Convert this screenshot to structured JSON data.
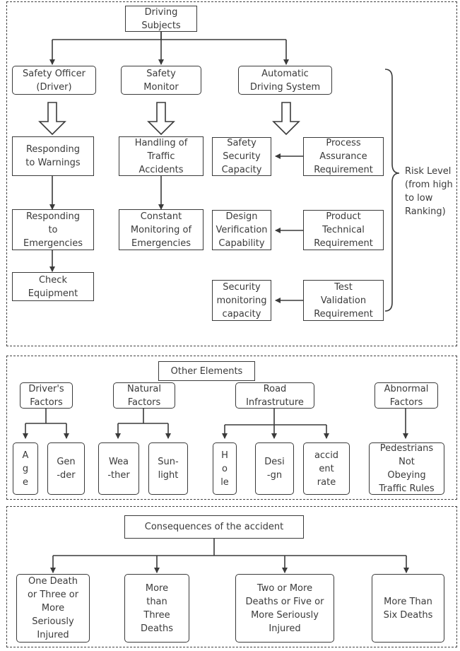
{
  "sections": {
    "driving_subjects": {
      "root": "Driving\nSubjects",
      "subjects": [
        {
          "label": "Safety Officer\n(Driver)",
          "tasks": [
            "Responding\nto Warnings",
            "Responding\nto\nEmergencies",
            "Check\nEquipment"
          ]
        },
        {
          "label": "Safety\nMonitor",
          "tasks": [
            "Handling of\nTraffic\nAccidents",
            "Constant\nMonitoring of\nEmergencies"
          ]
        },
        {
          "label": "Automatic\nDriving System",
          "pairs": [
            {
              "capability": "Safety\nSecurity\nCapacity",
              "requirement": "Process\nAssurance\nRequirement"
            },
            {
              "capability": "Design\nVerification\nCapability",
              "requirement": "Product\nTechnical\nRequirement"
            },
            {
              "capability": "Security\nmonitoring\ncapacity",
              "requirement": "Test\nValidation\nRequirement"
            }
          ]
        }
      ],
      "risk_level_label": "Risk Level\n(from high\nto low\nRanking)"
    },
    "other_elements": {
      "title": "Other Elements",
      "groups": [
        {
          "label": "Driver's\nFactors",
          "children": [
            "A\ng\ne",
            "Gen\n-der"
          ]
        },
        {
          "label": "Natural\nFactors",
          "children": [
            "Wea\n-ther",
            "Sun-\nlight"
          ]
        },
        {
          "label": "Road\nInfrastruture",
          "children": [
            "H\no\nle",
            "Desi\n-gn",
            "accid\nent\nrate"
          ]
        },
        {
          "label": "Abnormal\nFactors",
          "children": [
            "Pedestrians\nNot\nObeying\nTraffic Rules"
          ]
        }
      ]
    },
    "consequences": {
      "title": "Consequences of the accident",
      "items": [
        "One Death\nor Three or\nMore\nSeriously\nInjured",
        "More\nthan\nThree\nDeaths",
        "Two or More\nDeaths or Five or\nMore Seriously\nInjured",
        "More Than\nSix Deaths"
      ]
    }
  }
}
